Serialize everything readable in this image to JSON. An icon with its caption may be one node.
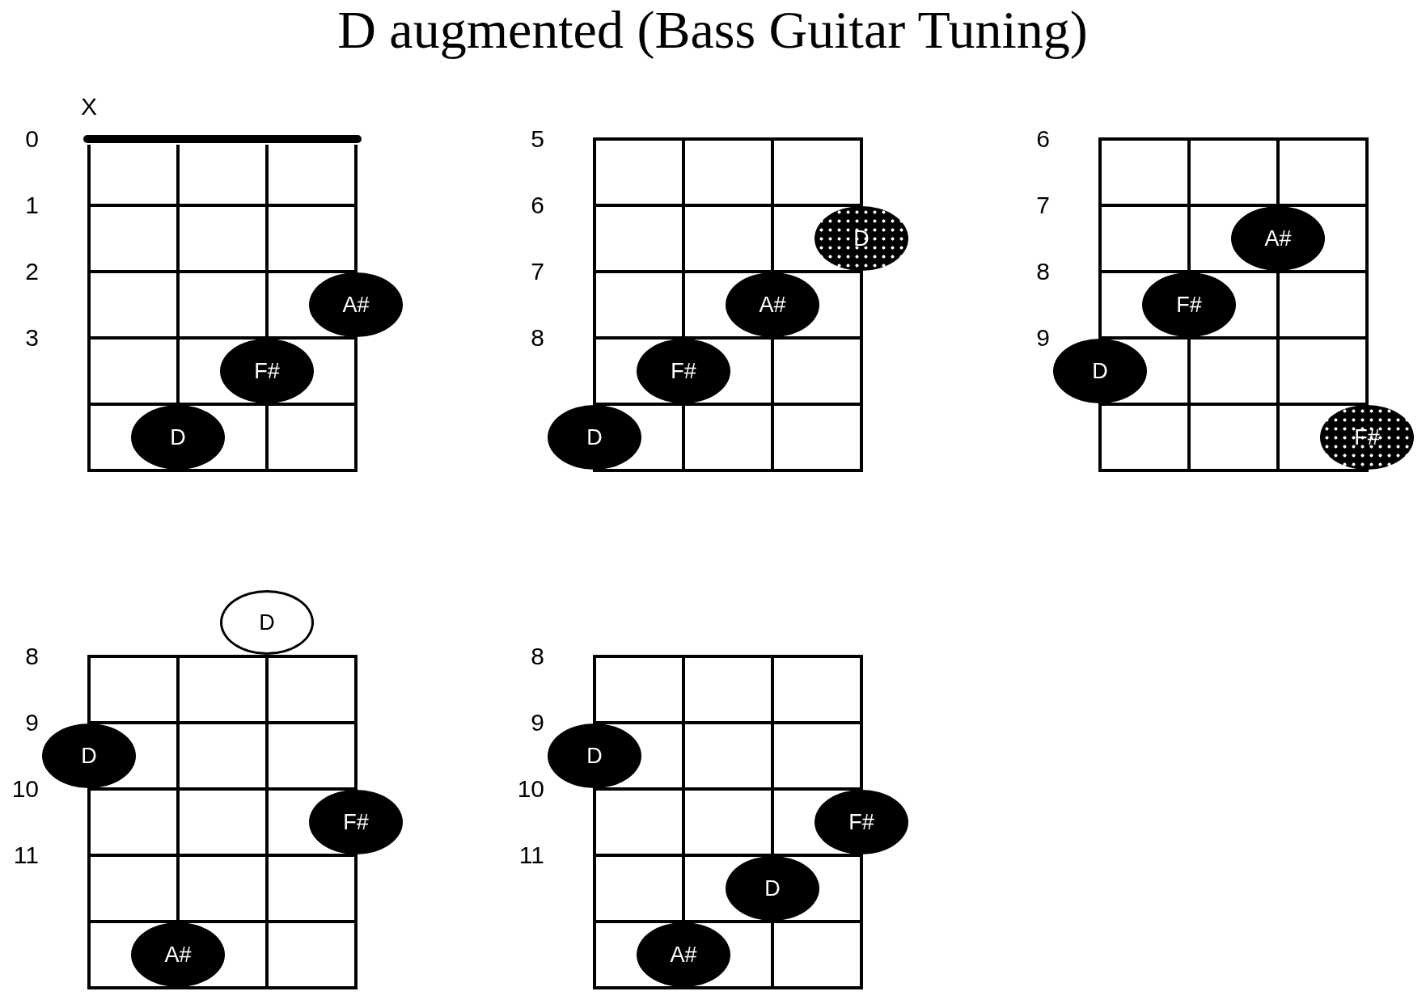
{
  "diagram": {
    "title": "D augmented (Bass Guitar Tuning)",
    "nodes": [
      {
        "text": [
          "A#"
        ]
      },
      {
        "text": [
          "F#"
        ]
      },
      {
        "text": [
          "D"
        ]
      },
      {
        "text": [
          "D"
        ]
      },
      {
        "text": [
          "A#"
        ]
      },
      {
        "text": [
          "F#"
        ]
      },
      {
        "text": [
          "D"
        ]
      },
      {
        "text": [
          "A#"
        ]
      },
      {
        "text": [
          "F#"
        ]
      },
      {
        "text": [
          "D"
        ]
      },
      {
        "text": [
          "F#"
        ]
      },
      {
        "text": [
          "D"
        ]
      },
      {
        "text": [
          "D"
        ]
      },
      {
        "text": [
          "F#"
        ]
      },
      {
        "text": [
          "A#"
        ]
      },
      {
        "text": [
          "D"
        ]
      },
      {
        "text": [
          "F#"
        ]
      },
      {
        "text": [
          "D"
        ]
      },
      {
        "text": [
          "A#"
        ]
      }
    ],
    "labels": [
      "X",
      "0",
      "1",
      "2",
      "3",
      "5",
      "6",
      "7",
      "8",
      "6",
      "7",
      "8",
      "9",
      "8",
      "9",
      "10",
      "11",
      "8",
      "9",
      "10",
      "11"
    ]
  }
}
